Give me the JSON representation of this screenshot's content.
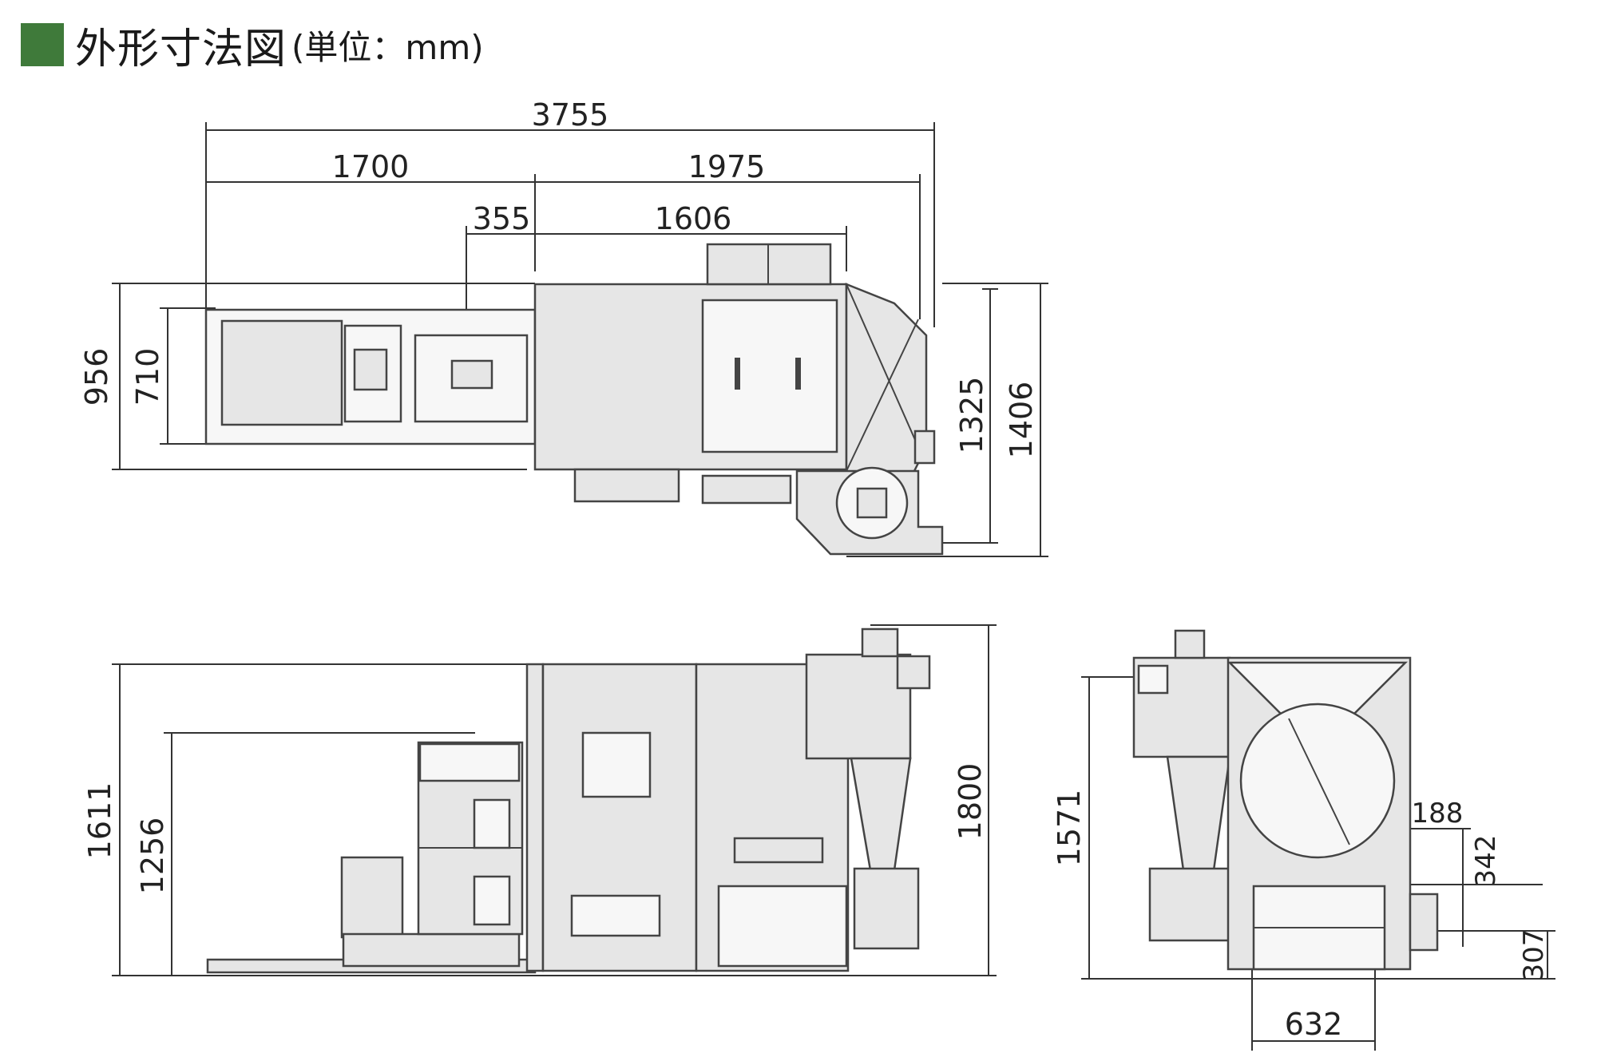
{
  "header": {
    "title": "外形寸法図",
    "unit_note": "(単位：mm)",
    "accent_color": "#3f7a3a"
  },
  "top_view": {
    "overall_length": "3755",
    "left_section_length": "1700",
    "right_section_length": "1975",
    "offset": "355",
    "cabinet_length": "1606",
    "outer_width": "956",
    "inner_width": "710",
    "body_depth": "1325",
    "overall_depth": "1406"
  },
  "side_view": {
    "overall_height": "1611",
    "hopper_height": "1256",
    "cyclone_height": "1800"
  },
  "end_view": {
    "height": "1571",
    "dim_188": "188",
    "dim_342": "342",
    "dim_307": "307",
    "base_width": "632"
  },
  "icons": [
    "square-bullet-icon"
  ]
}
